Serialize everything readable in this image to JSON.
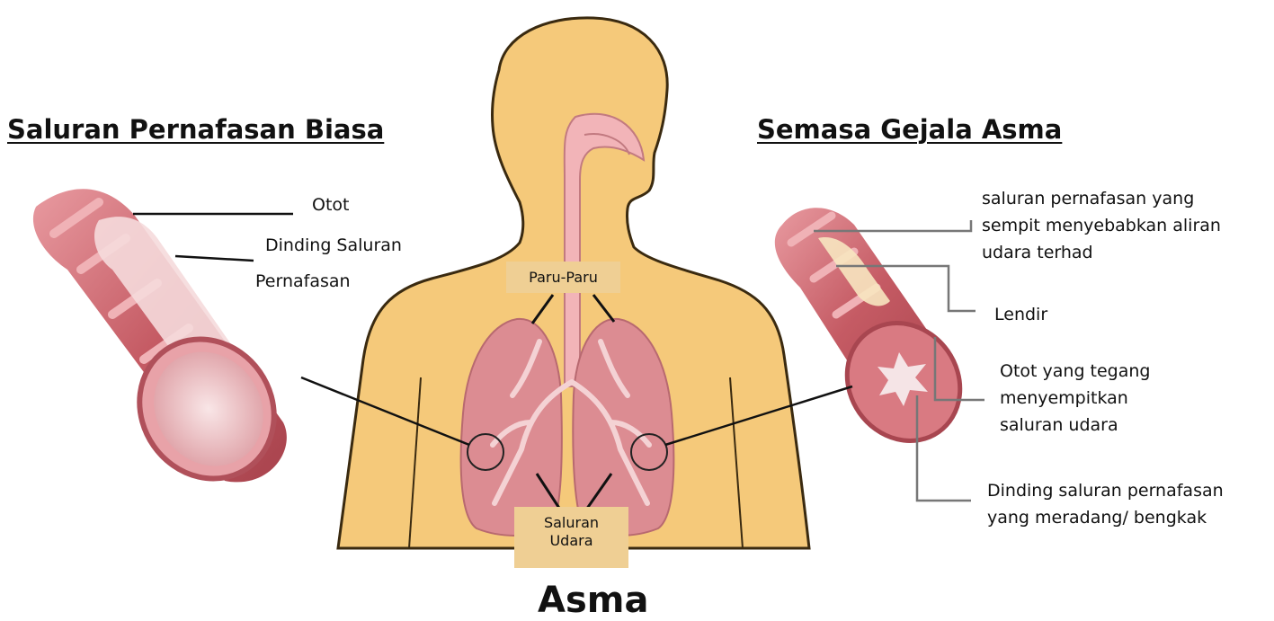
{
  "headings": {
    "normal": "Saluran Pernafasan Biasa",
    "asthma": "Semasa Gejala Asma"
  },
  "normal_labels": {
    "muscle": "Otot",
    "wall_line1": "Dinding Saluran",
    "wall_line2": "Pernafasan"
  },
  "center_labels": {
    "lungs": "Paru-Paru",
    "airway_line1": "Saluran",
    "airway_line2": "Udara"
  },
  "asthma_labels": {
    "narrow_line1": "saluran pernafasan yang",
    "narrow_line2": "sempit menyebabkan aliran",
    "narrow_line3": "udara terhad",
    "mucus": "Lendir",
    "tight_line1": "Otot yang tegang",
    "tight_line2": "menyempitkan",
    "tight_line3": "saluran udara",
    "inflamed_line1": "Dinding saluran pernafasan",
    "inflamed_line2": "yang meradang/ bengkak"
  },
  "title": "Asma",
  "colors": {
    "skin": "#f5c97a",
    "skin_outline": "#3a2a10",
    "lung": "#dc8c92",
    "airway_pink": "#f2b4b8",
    "tube_dark": "#c0555e",
    "label_box": "#efcf94"
  }
}
